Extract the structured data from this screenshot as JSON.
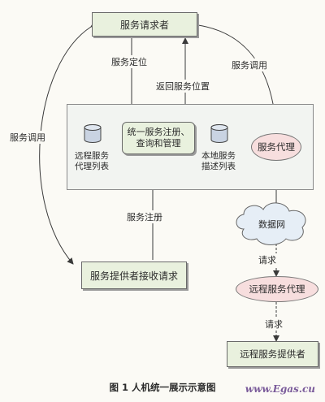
{
  "nodes": {
    "requester": "服务请求者",
    "manager": "统一服务注册、查询和管理",
    "remote_list": "远程服务代理列表",
    "local_list": "本地服务描述列表",
    "proxy": "服务代理",
    "network": "数据网",
    "provider_recv": "服务提供者接收请求",
    "remote_proxy": "远程服务代理",
    "remote_provider": "远程服务提供者"
  },
  "edges": {
    "locate": "服务定位",
    "return_location": "返回服务位置",
    "call_left": "服务调用",
    "call_right": "服务调用",
    "register": "服务注册",
    "request1": "请求",
    "request2": "请求"
  },
  "caption": "图 1   人机统一展示示意图",
  "watermark": "www.Egas.cu"
}
